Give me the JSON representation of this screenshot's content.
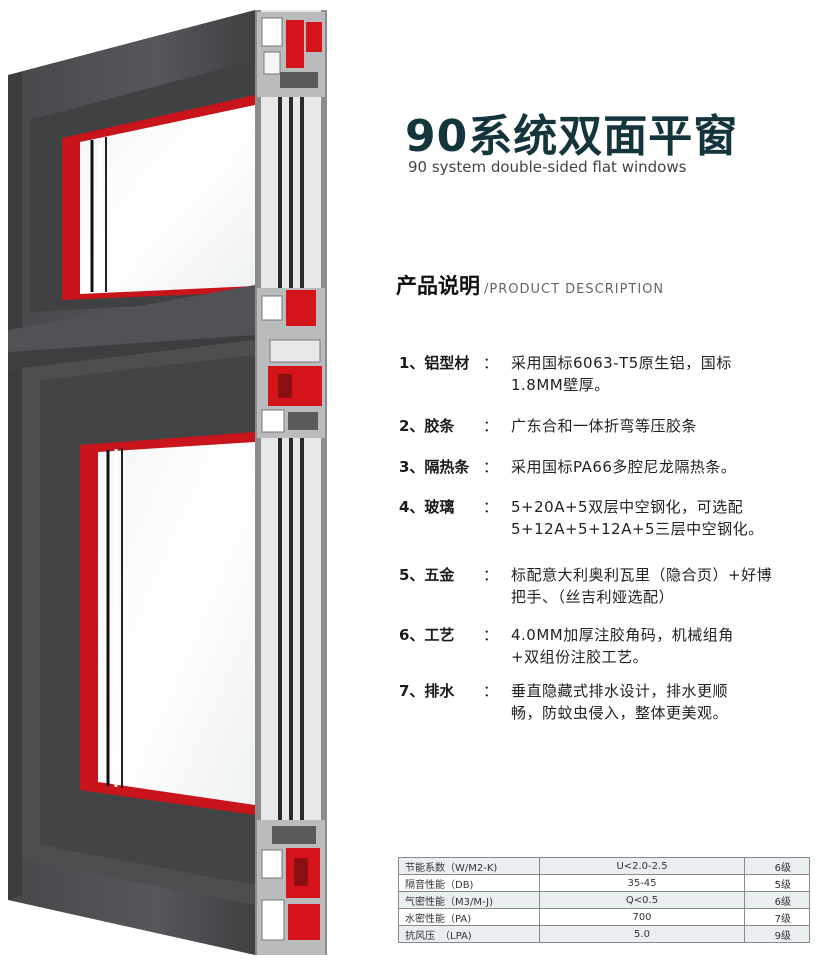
{
  "header": {
    "title_cn": "90系统双面平窗",
    "title_en": "90 system double-sided flat windows"
  },
  "description": {
    "heading_cn": "产品说明",
    "heading_en": "/PRODUCT DESCRIPTION"
  },
  "specs": [
    {
      "key": "1、铝型材",
      "colon": "：",
      "lines": [
        "采用国标6063-T5原生铝，国标",
        "1.8MM壁厚。"
      ]
    },
    {
      "key": "2、胶条",
      "colon": "：",
      "lines": [
        "广东合和一体折弯等压胶条"
      ]
    },
    {
      "key": "3、隔热条",
      "colon": "：",
      "lines": [
        "采用国标PA66多腔尼龙隔热条。"
      ]
    },
    {
      "key": "4、玻璃",
      "colon": "：",
      "lines": [
        "5+20A+5双层中空钢化，可选配",
        "5+12A+5+12A+5三层中空钢化。"
      ]
    },
    {
      "key": "5、五金",
      "colon": "：",
      "lines": [
        "标配意大利奥利瓦里（隐合页）+好博",
        "把手、（丝吉利娅选配）"
      ]
    },
    {
      "key": "6、工艺",
      "colon": "：",
      "lines": [
        "4.0MM加厚注胶角码，机械组角",
        "+双组份注胶工艺。"
      ]
    },
    {
      "key": "7、排水",
      "colon": "：",
      "lines": [
        "垂直隐藏式排水设计，排水更顺",
        "畅，防蚊虫侵入，整体更美观。"
      ]
    }
  ],
  "performance_table": {
    "rows": [
      {
        "name": "节能系数（W/M2-K)",
        "value": "U<2.0-2.5",
        "grade": "6级"
      },
      {
        "name": "隔音性能（DB)",
        "value": "35-45",
        "grade": "5级"
      },
      {
        "name": "气密性能（M3/M-J)",
        "value": "Q<0.5",
        "grade": "6级"
      },
      {
        "name": "水密性能（PA)",
        "value": "700",
        "grade": "7级"
      },
      {
        "name": "抗风压　（LPA)",
        "value": "5.0",
        "grade": "9级"
      }
    ]
  },
  "colors": {
    "frame": "#4a4c4e",
    "frame_light": "#5a5c5e",
    "accent_red": "#d4141a",
    "title": "#14353b"
  }
}
